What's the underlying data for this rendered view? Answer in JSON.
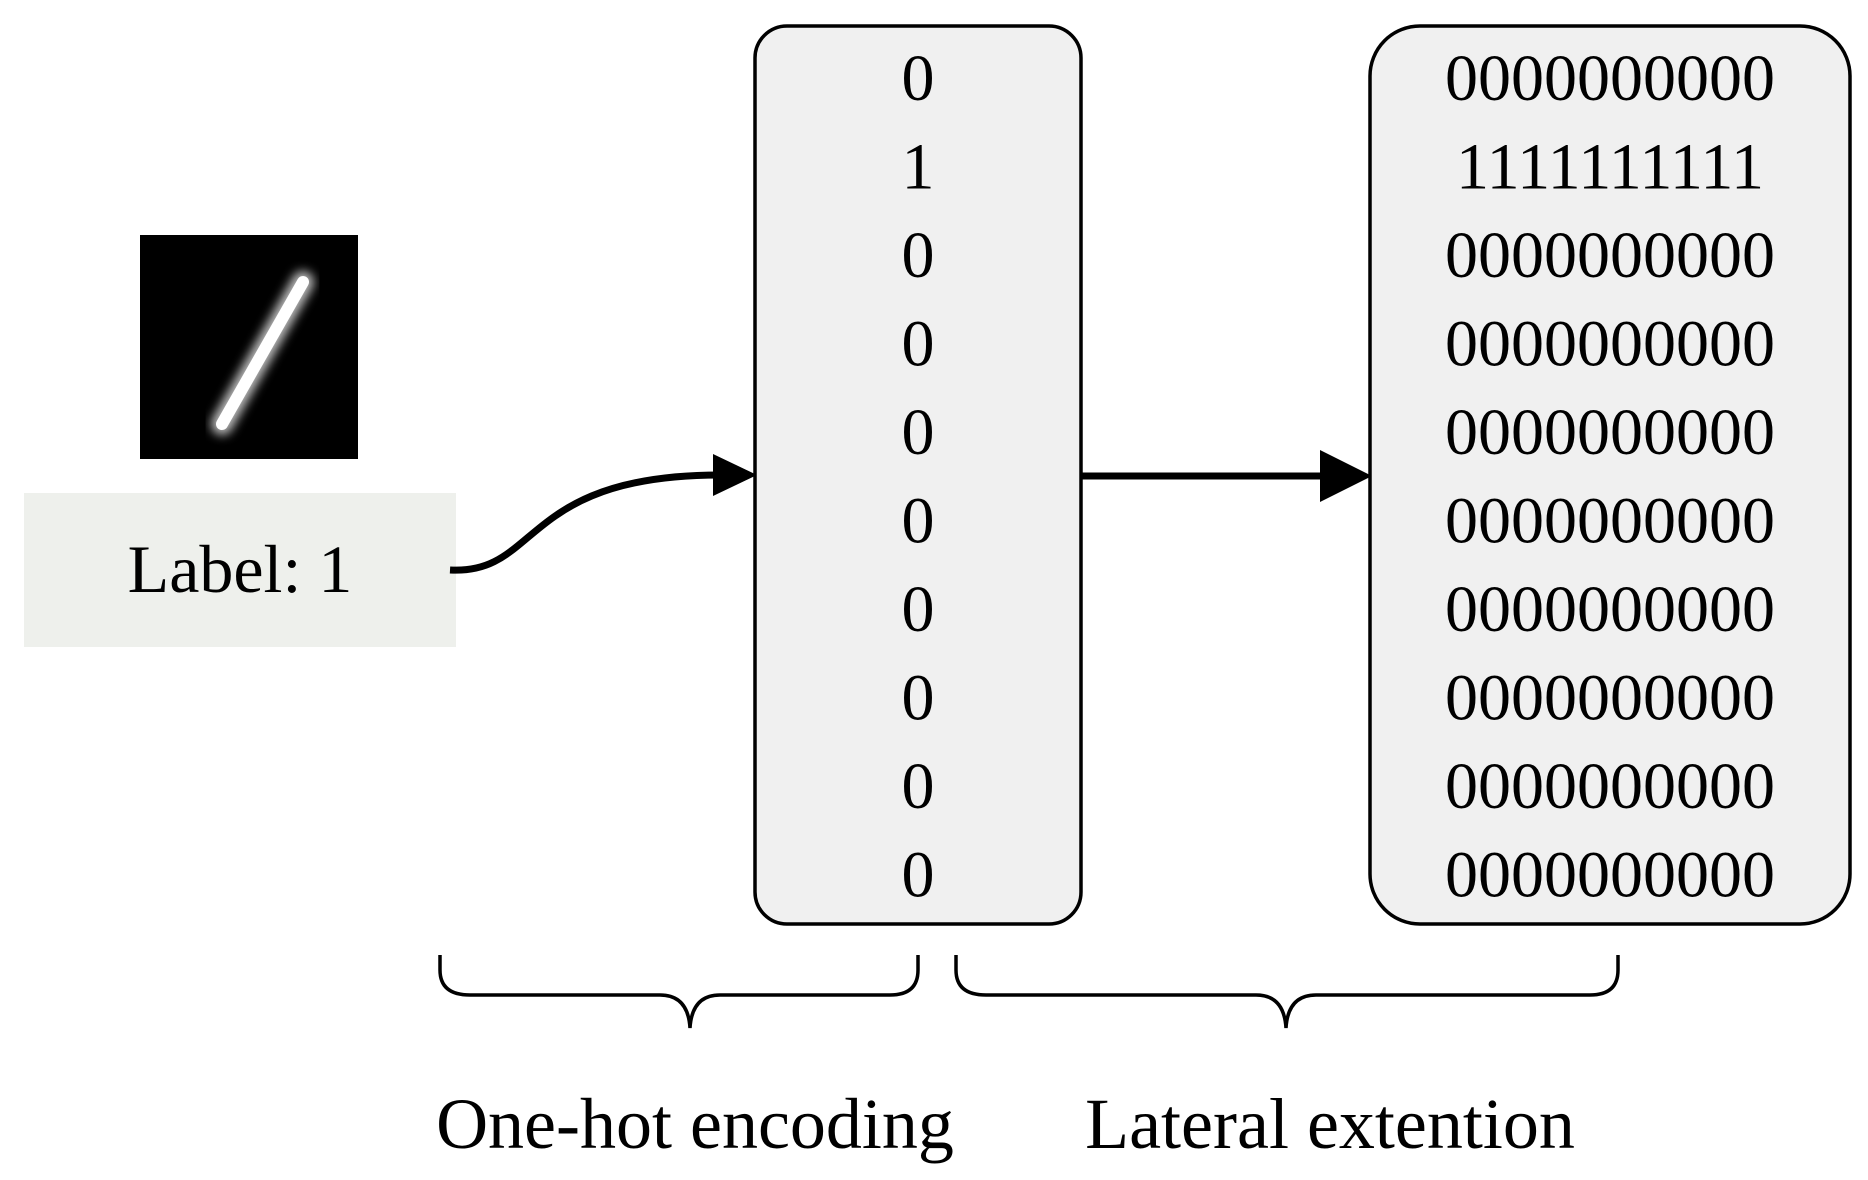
{
  "image": {
    "label_text": "Label: 1",
    "digit_glyph": "handwritten-digit-1"
  },
  "one_hot": {
    "values": [
      "0",
      "1",
      "0",
      "0",
      "0",
      "0",
      "0",
      "0",
      "0",
      "0"
    ]
  },
  "lateral": {
    "rows": [
      "0000000000",
      "1111111111",
      "0000000000",
      "0000000000",
      "0000000000",
      "0000000000",
      "0000000000",
      "0000000000",
      "0000000000",
      "0000000000"
    ]
  },
  "captions": {
    "one_hot": "One-hot encoding",
    "lateral": "Lateral extention"
  },
  "colors": {
    "box_fill": "#f0f0f0",
    "label_fill": "#eef0ec",
    "image_bg": "#000000",
    "stroke": "#000000"
  }
}
